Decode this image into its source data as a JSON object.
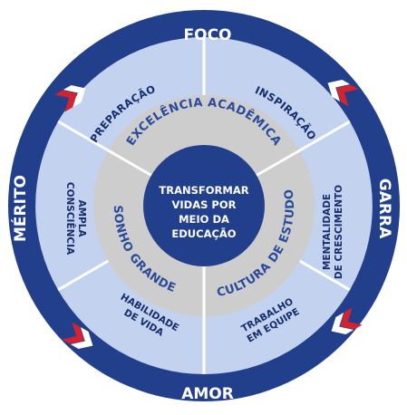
{
  "colors": {
    "outer_ring": "#223f8c",
    "segment_fill": "#c3d2ee",
    "middle_ring": "#cdcdcd",
    "center_fill": "#223f8c",
    "divider": "#ffffff",
    "outer_text": "#ffffff",
    "segment_text": "#152d6c",
    "middle_text": "#2a4b9c",
    "center_text": "#ffffff",
    "chevron_red": "#d32230",
    "chevron_white": "#ffffff"
  },
  "outer_labels": {
    "top": "FOCO",
    "right": "GARRA",
    "bottom": "AMOR",
    "left": "MÉRITO"
  },
  "segments": {
    "preparacao": [
      "PREPARAÇÃO"
    ],
    "inspiracao": [
      "INSPIRAÇÃO"
    ],
    "mentalidade": [
      "MENTALIDADE",
      "DE CRESCIMENTO"
    ],
    "trabalho": [
      "TRABALHO",
      "EM EQUIPE"
    ],
    "habilidade": [
      "HABILIDADE",
      "DE VIDA"
    ],
    "ampla": [
      "AMPLA",
      "CONSCIÊNCIA"
    ]
  },
  "middle_labels": {
    "excelencia": "EXCELÊNCIA ACADÊMICA",
    "cultura": "CULTURA DE ESTUDO",
    "sonho": "SONHO GRANDE"
  },
  "center": {
    "lines": [
      "TRANSFORMAR",
      "VIDAS POR",
      "MEIO DA",
      "EDUCAÇÃO"
    ]
  },
  "icons": {
    "chevrons": [
      "chevron-arrow-icon",
      "chevron-arrow-icon",
      "chevron-arrow-icon",
      "chevron-arrow-icon"
    ]
  }
}
